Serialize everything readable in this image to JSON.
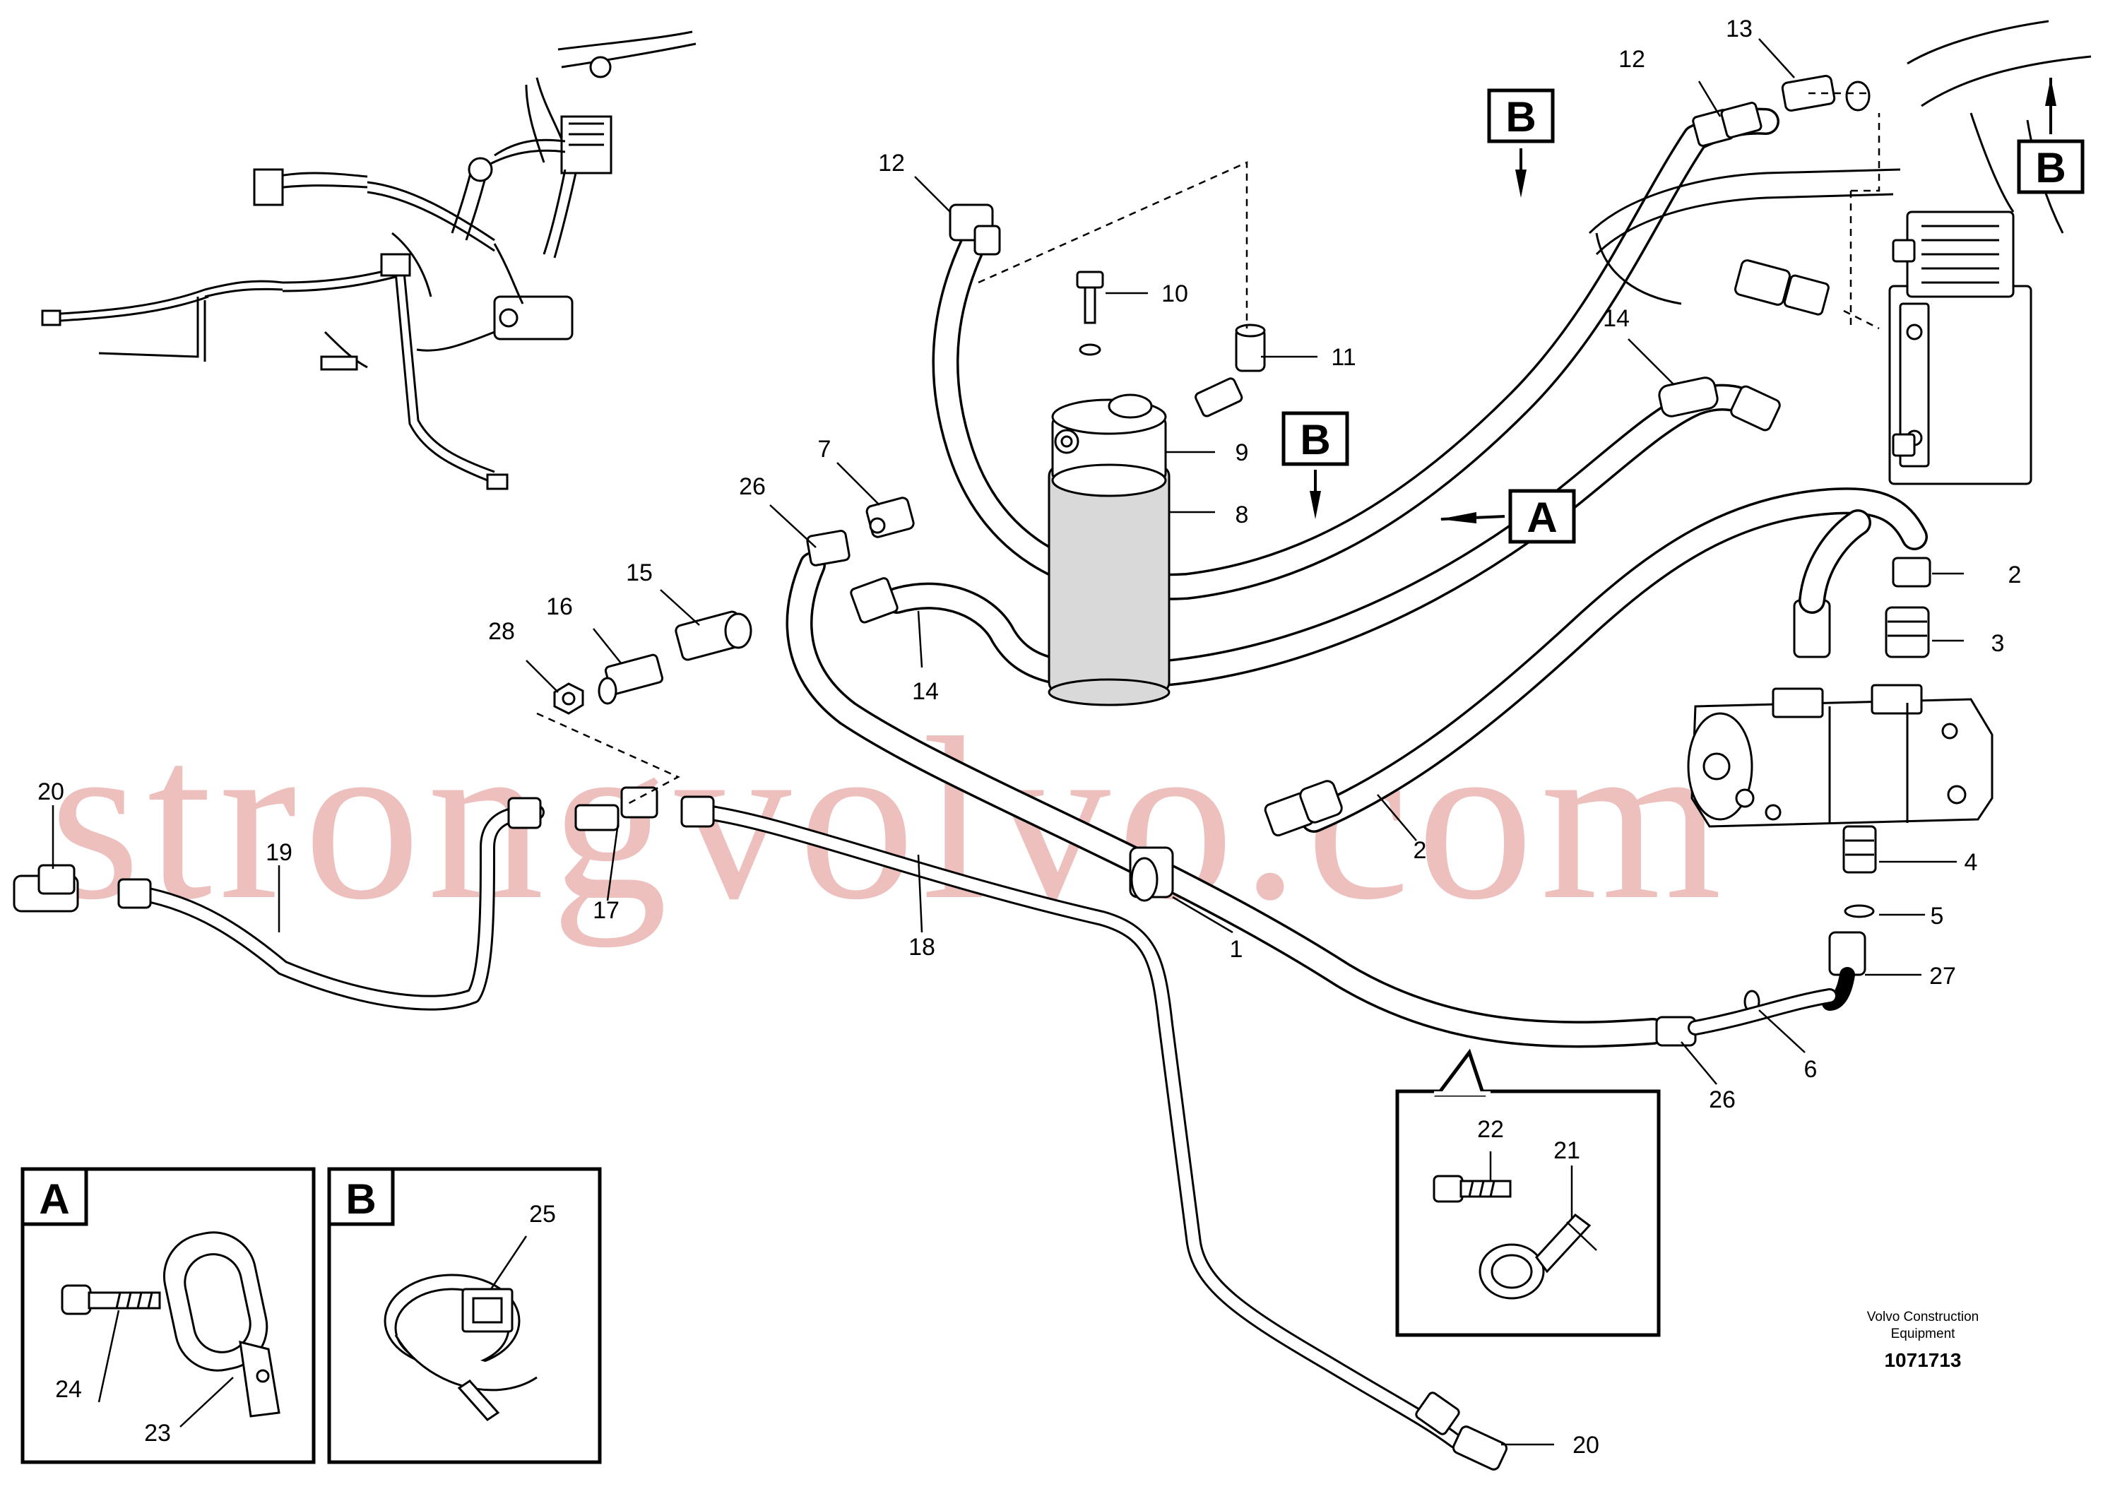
{
  "part_labels": {
    "p12a": "12",
    "p12b": "12",
    "p13": "13",
    "p10": "10",
    "p11": "11",
    "p9": "9",
    "p8": "8",
    "p7": "7",
    "p26a": "26",
    "p15": "15",
    "p16": "16",
    "p28": "28",
    "p14a": "14",
    "p14b": "14",
    "p2a": "2",
    "p2b": "2",
    "p3": "3",
    "p4": "4",
    "p5": "5",
    "p27": "27",
    "p6": "6",
    "p26b": "26",
    "p1": "1",
    "p18": "18",
    "p17": "17",
    "p19": "19",
    "p20a": "20",
    "p20b": "20",
    "p21": "21",
    "p22": "22",
    "p23": "23",
    "p24": "24",
    "p25": "25"
  },
  "view_tags": {
    "b1": "B",
    "b2": "B",
    "b3": "B",
    "a1": "A"
  },
  "detail_boxes": {
    "a_title": "A",
    "b_title": "B"
  },
  "watermark": "strongvolvo.com",
  "footer": {
    "brand_line1": "Volvo Construction",
    "brand_line2": "Equipment",
    "drawing_number": "1071713"
  }
}
